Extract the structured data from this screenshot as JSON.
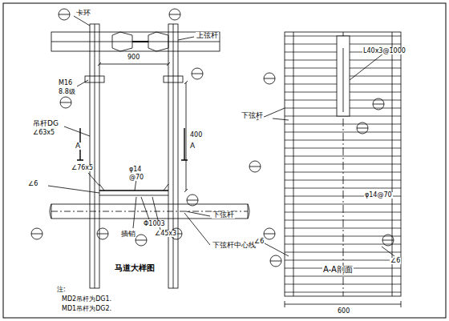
{
  "diagram": {
    "title": "马道大样图",
    "labels": [
      "卡环",
      "上弦杆",
      "M16",
      "8.8级",
      "900",
      "吊杆DG",
      "∠63x5",
      "A",
      "A",
      "400",
      "∠76x5",
      "φ14",
      "@70",
      "∠6",
      "Φ1003",
      "插销",
      "∠45x3",
      "下弦杆",
      "下弦杆中心线",
      "注:",
      "MD2吊杆为DG1.",
      "MD1吊杆为DG2.",
      "L40x3@1000",
      "下弦杆",
      "φ14@70",
      "∠6",
      "∠6",
      "A-A剖面",
      "600"
    ]
  }
}
